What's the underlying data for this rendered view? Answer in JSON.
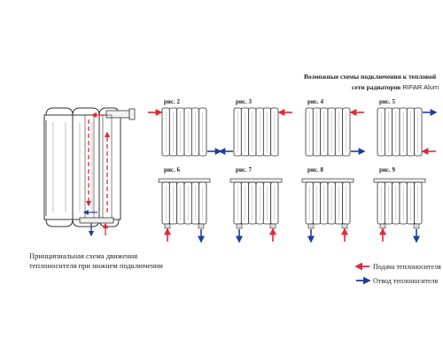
{
  "title": {
    "line1": "Возможные схемы подключения к тепловой",
    "line2": "сети радиаторов",
    "brand": "RIFAR Alum"
  },
  "principle_caption": {
    "line1": "Принципиальная схема движения",
    "line2": "теплоносителя при нижнем подключении"
  },
  "legend": {
    "supply": "Подача теплоносителя",
    "return": "Отвод теплоносителя"
  },
  "colors": {
    "supply": "#e0283a",
    "return": "#1f3f9a"
  },
  "figures": [
    {
      "label": "рис. 2",
      "type": "side",
      "supply": "top-left",
      "return": "bottom-right"
    },
    {
      "label": "рис. 3",
      "type": "side",
      "supply": "top-right",
      "return": "bottom-left"
    },
    {
      "label": "рис. 4",
      "type": "side",
      "supply": "top-right",
      "return": "bottom-right"
    },
    {
      "label": "рис. 5",
      "type": "side",
      "supply": "bottom-right",
      "return": "top-right"
    },
    {
      "label": "рис. 6",
      "type": "bottom",
      "supply": "left",
      "return": "right"
    },
    {
      "label": "рис. 7",
      "type": "bottom",
      "supply": "right",
      "return": "left"
    },
    {
      "label": "рис. 8",
      "type": "bottom",
      "supply": "right",
      "return": "left"
    },
    {
      "label": "рис. 9",
      "type": "bottom",
      "supply": "left",
      "return": "right"
    }
  ]
}
